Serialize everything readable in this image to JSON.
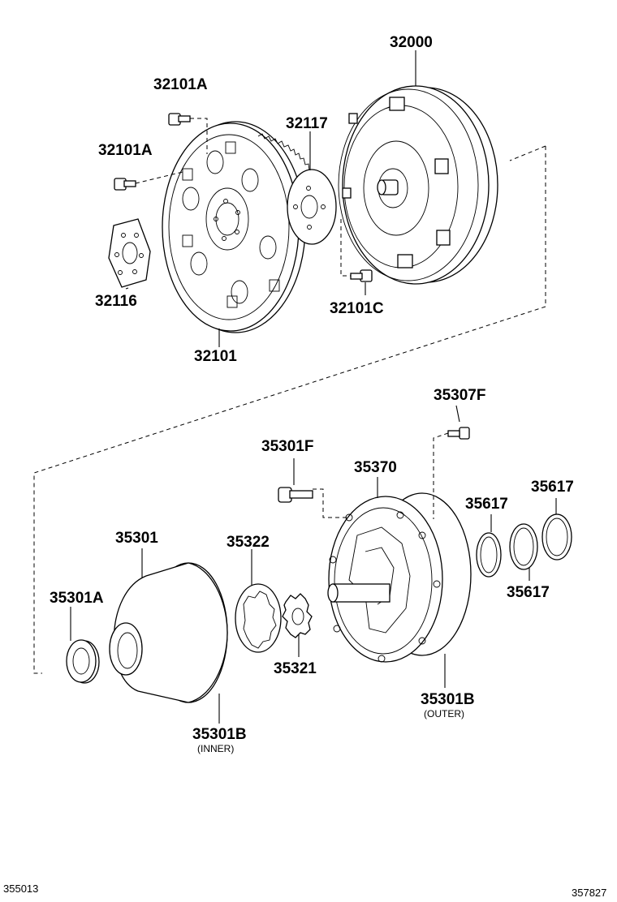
{
  "labels": {
    "converter": "32000",
    "bolt_a_top": "32101A",
    "bolt_a_left": "32101A",
    "flywheel_plate": "32117",
    "spacer": "32116",
    "bolt_c": "32101C",
    "drive_plate": "32101",
    "bolt_f_pump_cover": "35307F",
    "bolt_f_pump": "35301F",
    "pump_body": "35370",
    "ring_1": "35617",
    "ring_2": "35617",
    "ring_3": "35617",
    "pump_assy": "35301",
    "driven_gear": "35322",
    "oil_seal": "35301A",
    "drive_gear": "35321",
    "body_outer": "35301B",
    "body_outer_note": "(OUTER)",
    "body_inner": "35301B",
    "body_inner_note": "(INNER)"
  },
  "codes": {
    "left": "355013",
    "right": "357827"
  },
  "icons": {
    "flywheel": "ring-gear-flywheel-icon",
    "converter": "torque-converter-icon",
    "pump": "oil-pump-icon"
  }
}
